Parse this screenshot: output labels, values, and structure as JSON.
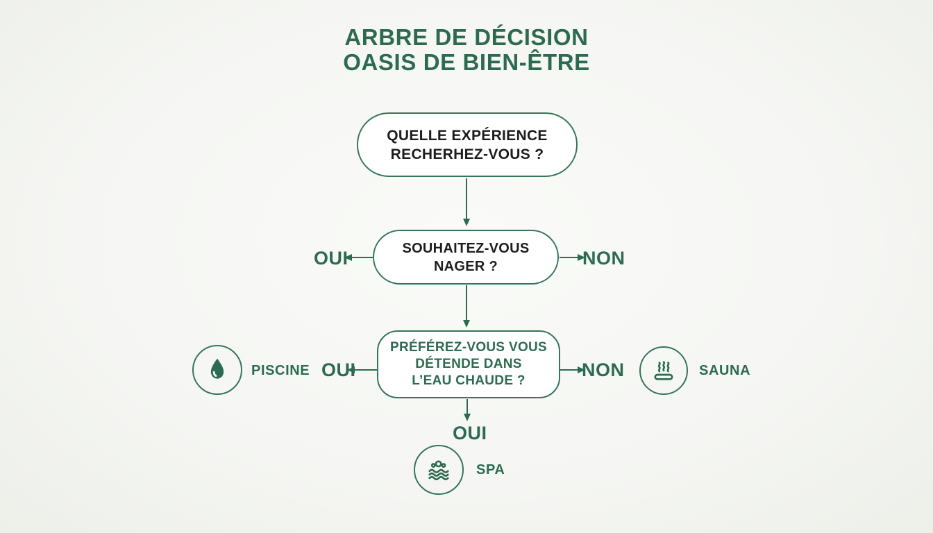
{
  "colors": {
    "accent_green": "#2d6b50",
    "border_green": "#35755a",
    "text_dark": "#1d1d1f",
    "background": "#f6f7f3"
  },
  "title": {
    "line1": "ARBRE DE DÉCISION",
    "line2": "OASIS DE BIEN-ÊTRE"
  },
  "nodes": {
    "q1": {
      "line1": "QUELLE EXPÉRIENCE",
      "line2": "RECHERHEZ-VOUS ?"
    },
    "q2": {
      "line1": "SOUHAITEZ-VOUS",
      "line2": "NAGER ?"
    },
    "q3": {
      "line1": "PRÉFÉREZ-VOUS VOUS",
      "line2": "DÉTENDE DANS",
      "line3": "L’EAU CHAUDE ?"
    }
  },
  "branches": {
    "q2_yes": "OUI",
    "q2_no": "NON",
    "q3_yes": "OUI",
    "q3_no": "NON",
    "q3_down": "OUI"
  },
  "outcomes": {
    "piscine": {
      "label": "PISCINE",
      "icon": "water-drop-icon"
    },
    "sauna": {
      "label": "SAUNA",
      "icon": "sauna-steam-icon"
    },
    "spa": {
      "label": "SPA",
      "icon": "spa-waves-icon"
    }
  }
}
